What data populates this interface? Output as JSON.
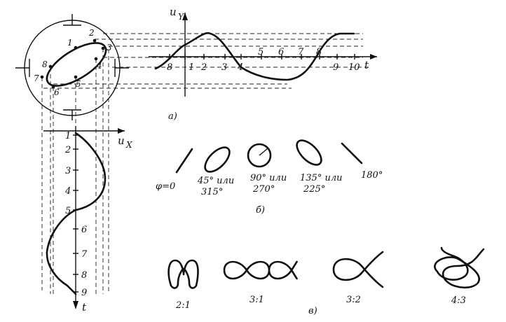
{
  "labels": {
    "u_y": "u",
    "u_y_sub": "Y",
    "u_x": "u",
    "u_x_sub": "X",
    "t_top": "t",
    "t_left": "t",
    "caption_a": "а)",
    "caption_b": "б)",
    "caption_c": "в)"
  },
  "screen_points": [
    "1",
    "2",
    "3",
    "4",
    "5",
    "6",
    "7",
    "8"
  ],
  "top_axis_ticks": [
    "8",
    "1",
    "2",
    "3",
    "4",
    "5",
    "6",
    "7",
    "8",
    "9",
    "10"
  ],
  "left_axis_ticks": [
    "1",
    "2",
    "3",
    "4",
    "5",
    "6",
    "7",
    "8",
    "9"
  ],
  "phase_shifts": [
    {
      "line1": "φ=0",
      "line2": ""
    },
    {
      "line1": "45° или",
      "line2": "315°"
    },
    {
      "line1": "90° или",
      "line2": "270°"
    },
    {
      "line1": "135° или",
      "line2": "225°"
    },
    {
      "line1": "180°",
      "line2": ""
    }
  ],
  "lissajous_ratios": [
    "2:1",
    "3:1",
    "3:2",
    "4:3"
  ]
}
